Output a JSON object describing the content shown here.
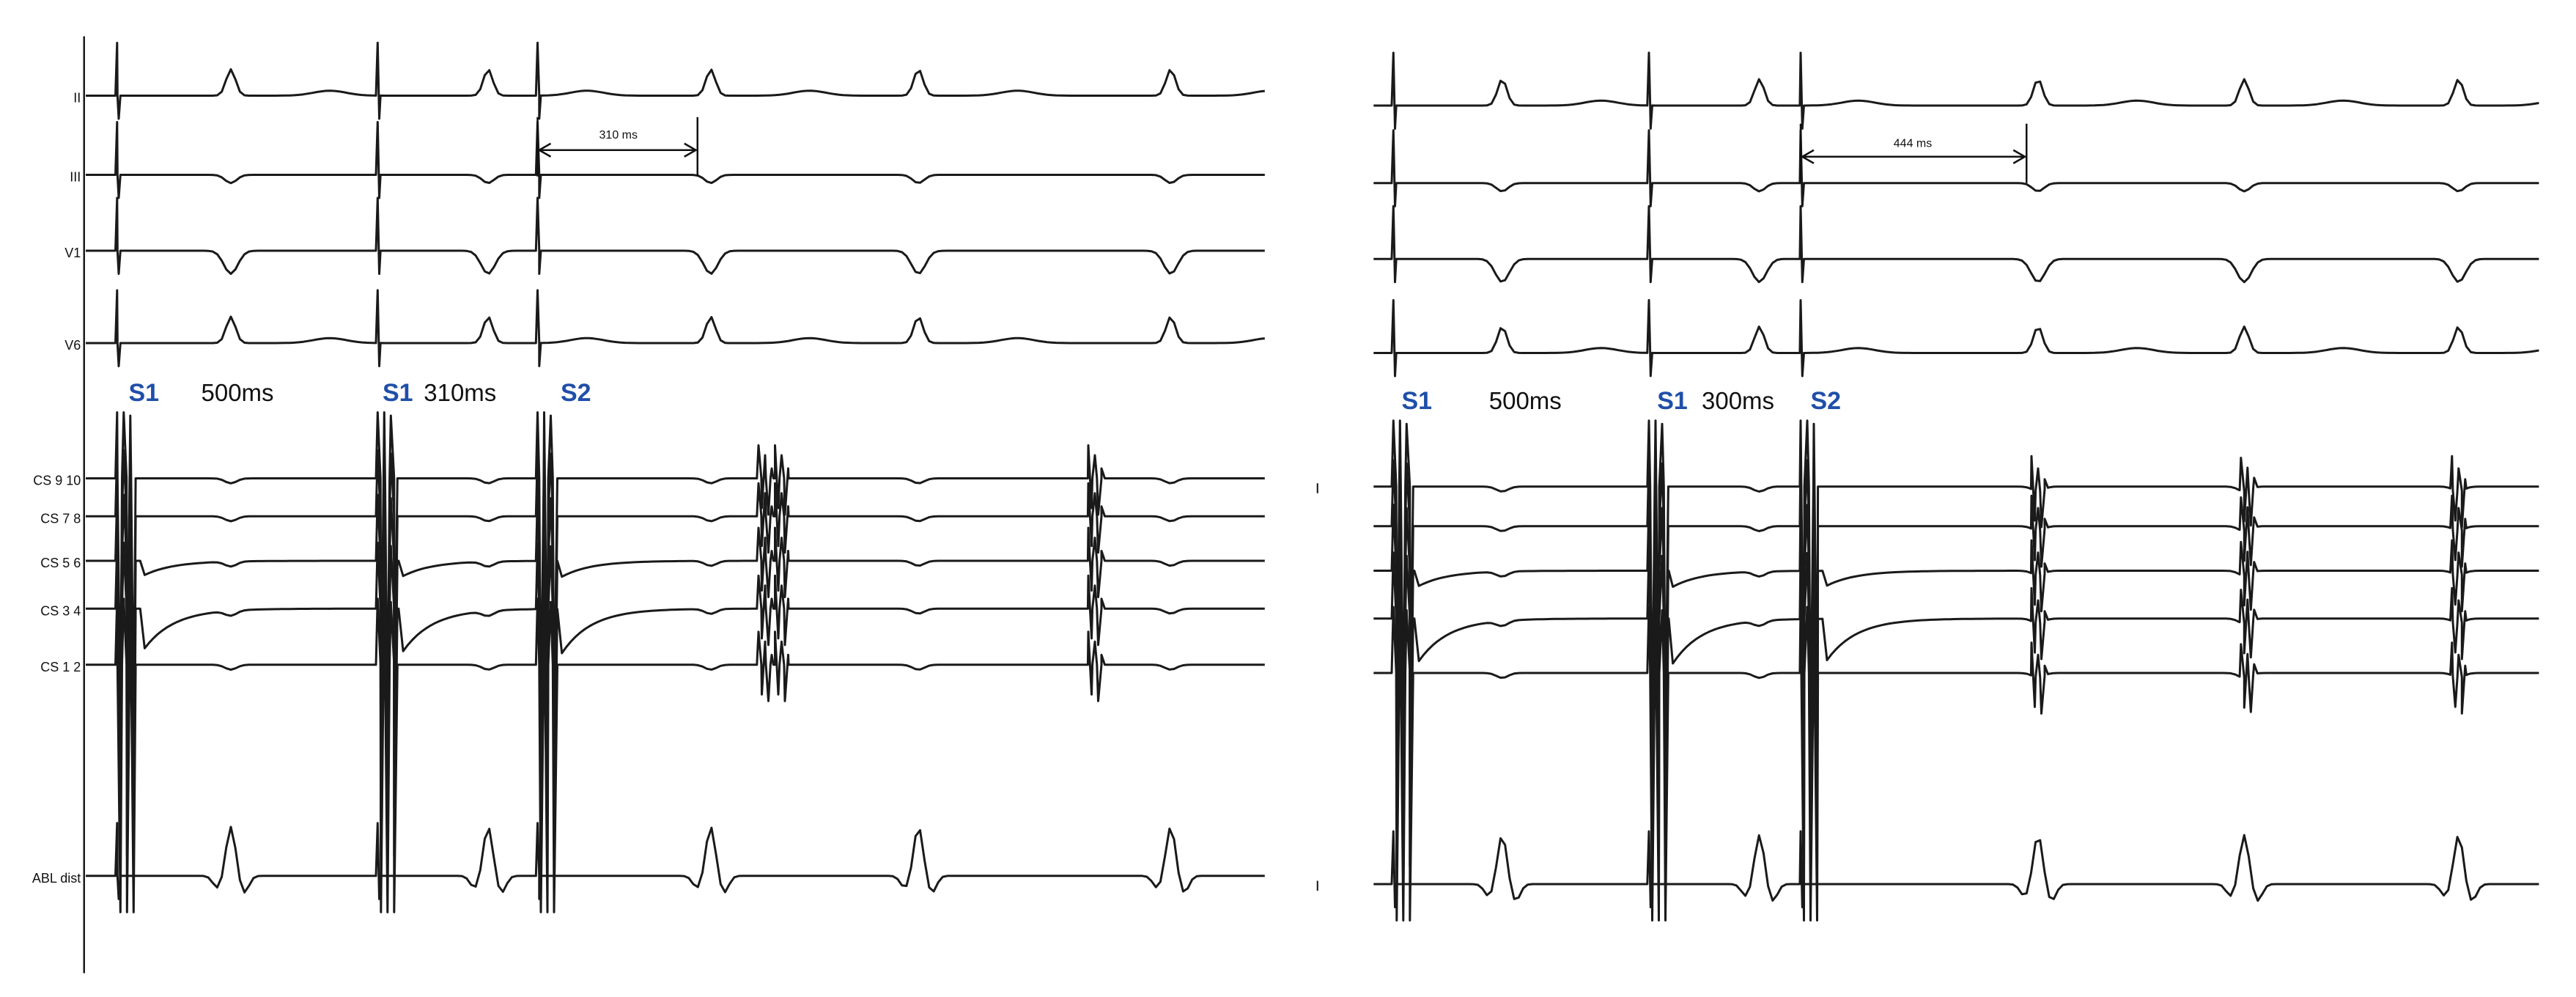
{
  "colors": {
    "stimulus_label": "#1f4fa8",
    "trace": "#1a1a1a",
    "background": "#ffffff"
  },
  "chart_data": [
    {
      "type": "line",
      "panel": "left",
      "leads": [
        "II",
        "III",
        "V1",
        "V6",
        "CS 9 10",
        "CS 7 8",
        "CS 5 6",
        "CS 3 4",
        "CS 1 2",
        "ABL dist"
      ],
      "stimuli": [
        {
          "label": "S1",
          "interval": "500ms"
        },
        {
          "label": "S1",
          "interval": "310ms"
        },
        {
          "label": "S2",
          "interval": ""
        }
      ],
      "measurement": {
        "text": "310 ms",
        "value_ms": 310
      }
    },
    {
      "type": "line",
      "panel": "right",
      "leads": [],
      "stimuli": [
        {
          "label": "S1",
          "interval": "500ms"
        },
        {
          "label": "S1",
          "interval": "300ms"
        },
        {
          "label": "S2",
          "interval": ""
        }
      ],
      "measurement": {
        "text": "444 ms",
        "value_ms": 444
      }
    }
  ]
}
